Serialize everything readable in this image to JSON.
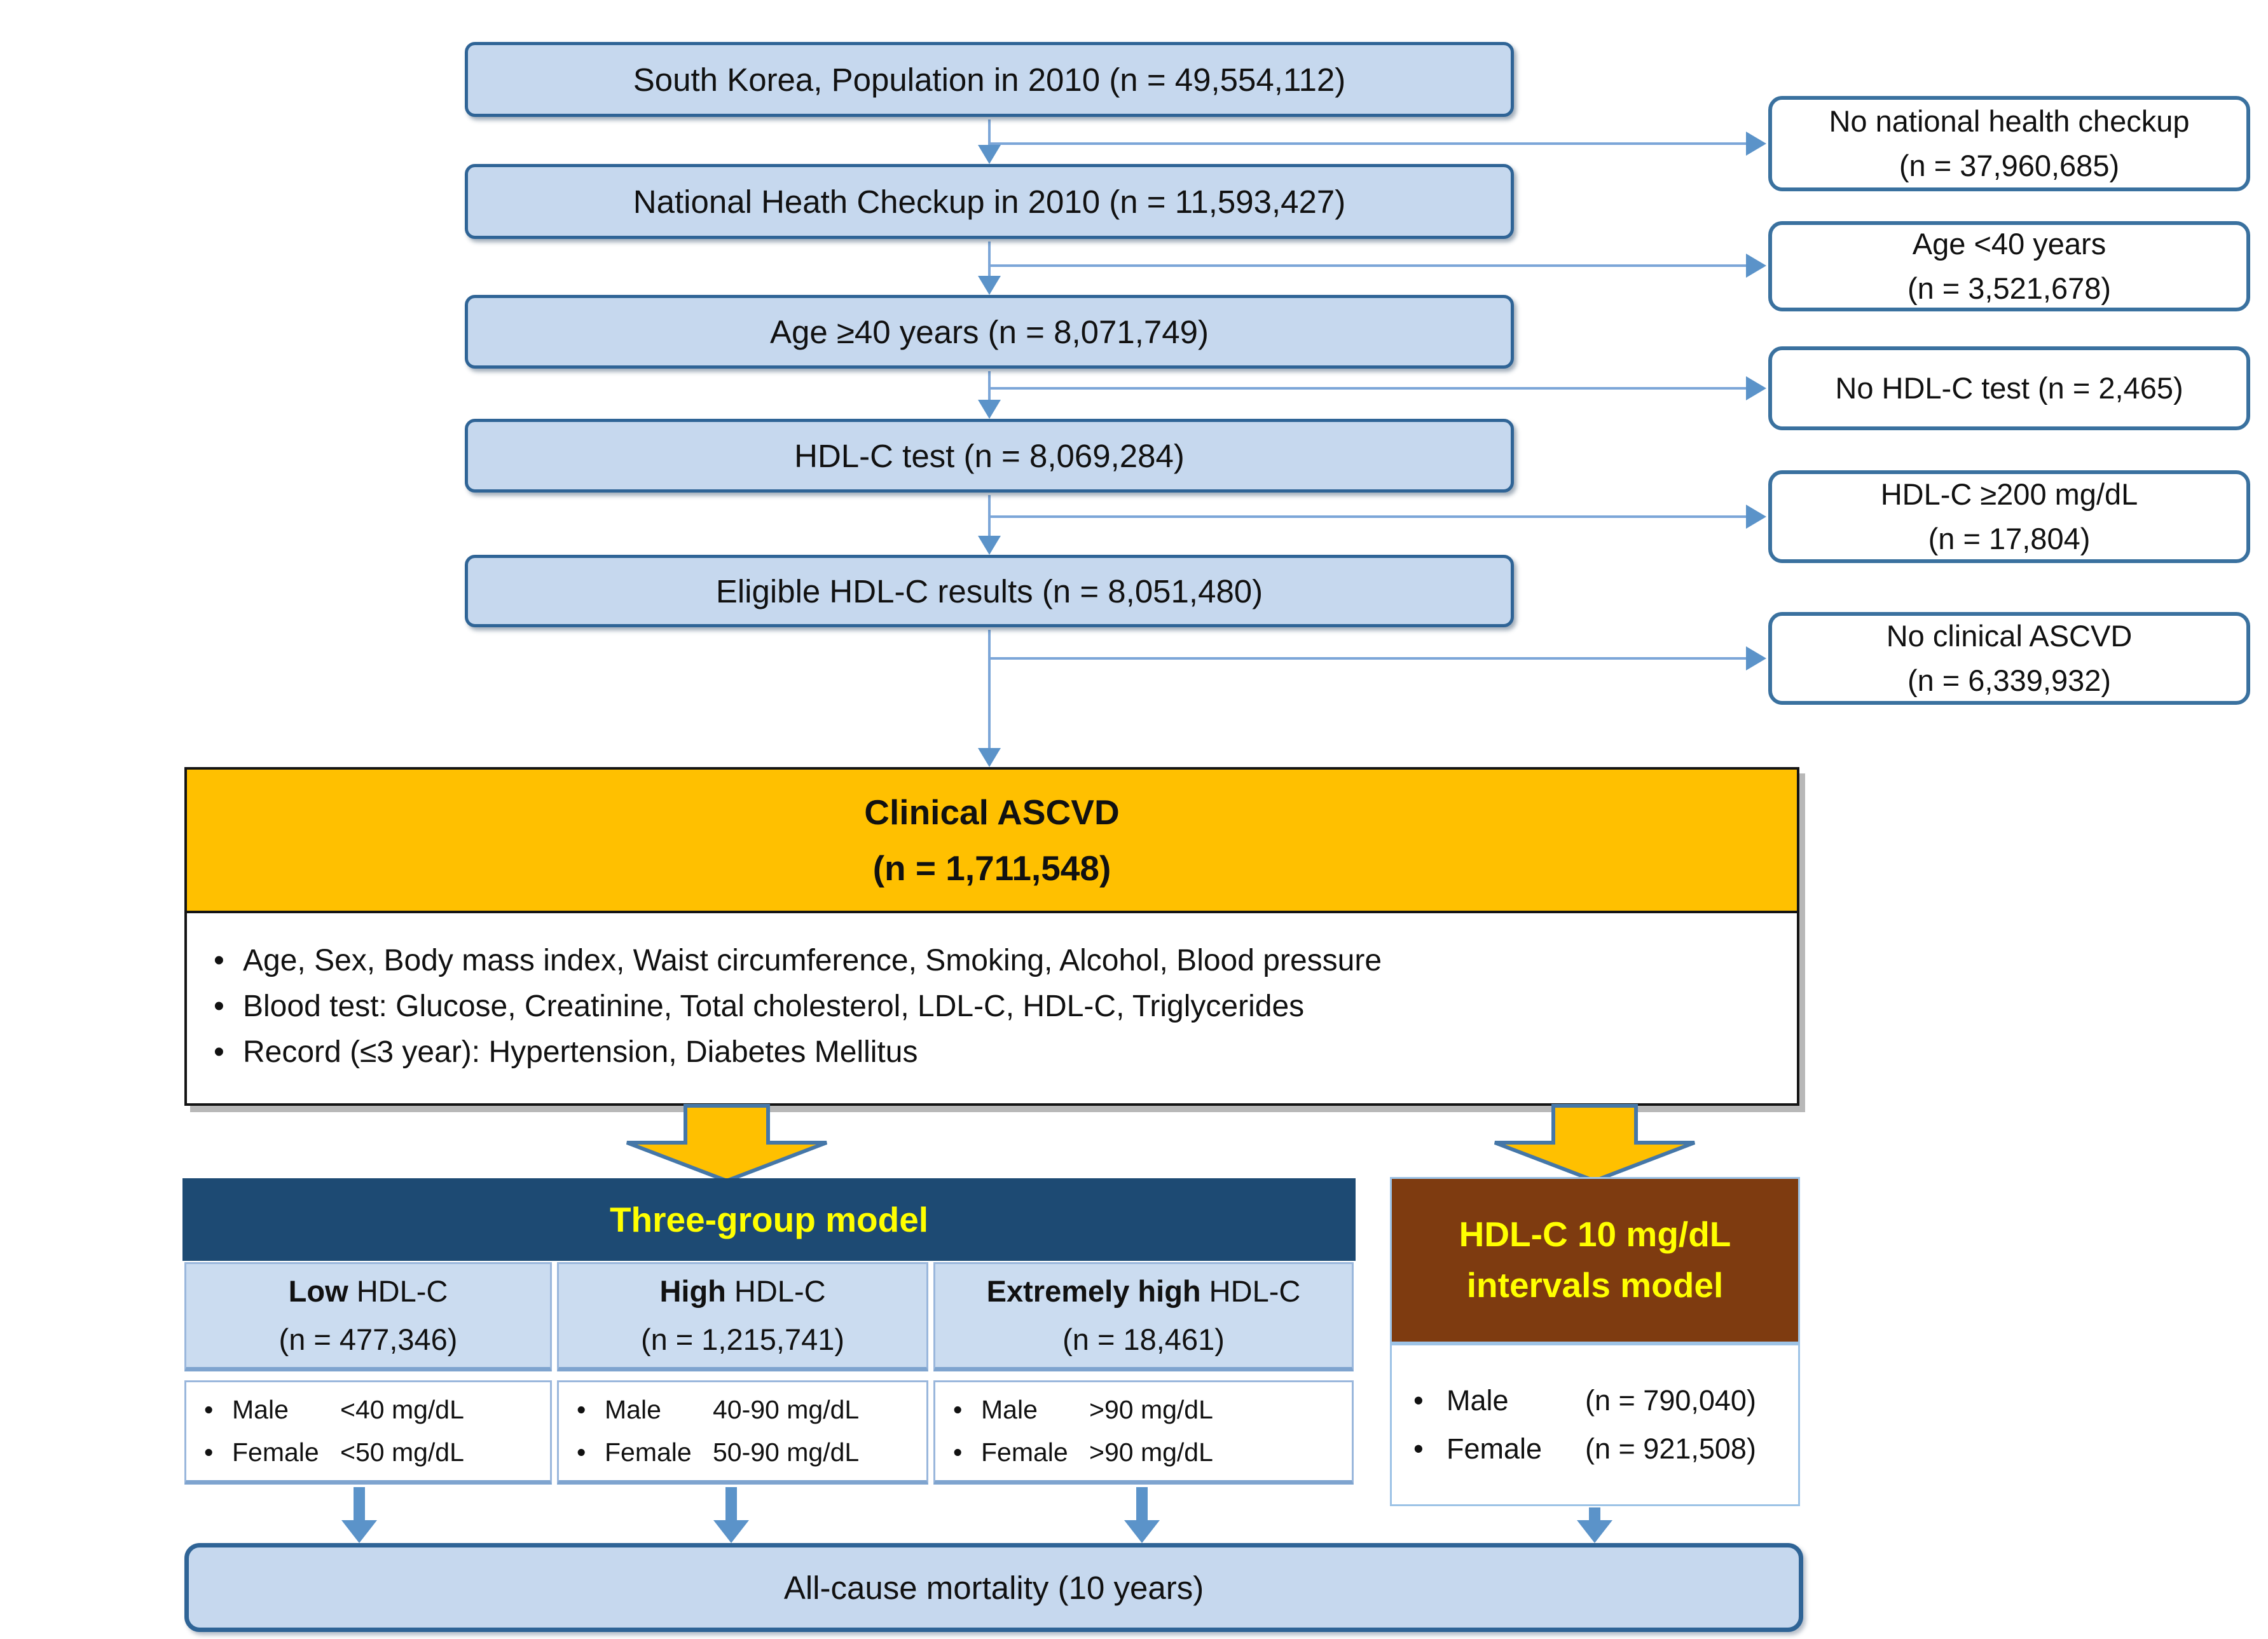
{
  "chars": {
    "bullet": "•"
  },
  "colors": {
    "flow_box_fill": "#C6D8EE",
    "flow_box_border": "#2F6496",
    "exclusion_border": "#3A719F",
    "connector_blue": "#5B93C9",
    "ascvd_header_fill": "#FFC000",
    "three_group_header_fill": "#1D4A73",
    "intervals_header_fill": "#7E3B10",
    "model_title_text": "#FFFF00",
    "cell_fill": "#CBDCF0"
  },
  "flow": {
    "main_boxes": [
      {
        "label": "South Korea, Population in 2010 (n = 49,554,112)"
      },
      {
        "label": "National Heath Checkup in 2010 (n = 11,593,427)"
      },
      {
        "label": "Age ≥40 years (n = 8,071,749)"
      },
      {
        "label": "HDL-C test (n = 8,069,284)"
      },
      {
        "label": "Eligible HDL-C results (n = 8,051,480)"
      }
    ],
    "exclusion_boxes": [
      {
        "lines": [
          "No national health checkup",
          "(n = 37,960,685)"
        ]
      },
      {
        "lines": [
          "Age <40 years",
          "(n = 3,521,678)"
        ]
      },
      {
        "lines": [
          "No HDL-C test (n = 2,465)"
        ]
      },
      {
        "lines": [
          "HDL-C ≥200 mg/dL",
          "(n = 17,804)"
        ]
      },
      {
        "lines": [
          "No clinical ASCVD",
          "(n = 6,339,932)"
        ]
      }
    ]
  },
  "ascvd": {
    "title": "Clinical ASCVD",
    "count": "(n = 1,711,548)",
    "bullets": [
      "Age, Sex, Body mass index, Waist circumference, Smoking, Alcohol, Blood pressure",
      "Blood test: Glucose, Creatinine, Total cholesterol, LDL-C, HDL-C, Triglycerides",
      "Record (≤3 year): Hypertension, Diabetes Mellitus"
    ]
  },
  "three_group": {
    "title": "Three-group model",
    "columns": [
      {
        "name_bold": "Low",
        "name_rest": " HDL-C",
        "count": "(n = 477,346)",
        "rows": [
          {
            "label": "Male",
            "value": "<40 mg/dL"
          },
          {
            "label": "Female",
            "value": "<50 mg/dL"
          }
        ]
      },
      {
        "name_bold": "High",
        "name_rest": " HDL-C",
        "count": "(n = 1,215,741)",
        "rows": [
          {
            "label": "Male",
            "value": "40-90 mg/dL"
          },
          {
            "label": "Female",
            "value": "50-90 mg/dL"
          }
        ]
      },
      {
        "name_bold": "Extremely high",
        "name_rest": " HDL-C",
        "count": "(n = 18,461)",
        "rows": [
          {
            "label": "Male",
            "value": ">90 mg/dL"
          },
          {
            "label": "Female",
            "value": ">90 mg/dL"
          }
        ]
      }
    ]
  },
  "intervals": {
    "title_line1": "HDL-C 10 mg/dL",
    "title_line2": "intervals model",
    "rows": [
      {
        "label": "Male",
        "value": "(n = 790,040)"
      },
      {
        "label": "Female",
        "value": "(n = 921,508)"
      }
    ]
  },
  "outcome": {
    "label": "All-cause mortality (10 years)"
  }
}
